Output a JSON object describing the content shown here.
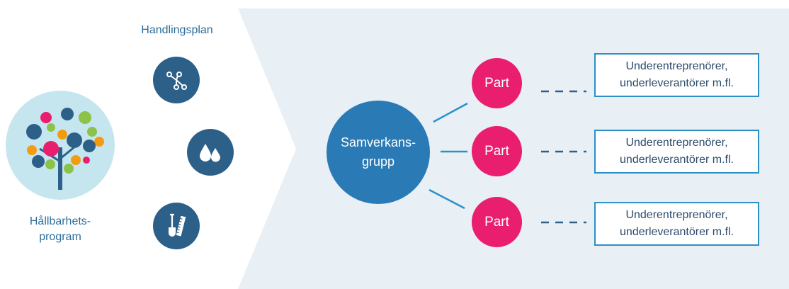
{
  "colors": {
    "background_panel": "#e8f0f5",
    "icon_circle": "#2d6089",
    "part_circle": "#e91e6f",
    "hub_circle": "#2a7ab5",
    "box_border": "#2d8fc8",
    "label_text": "#2c6e9c"
  },
  "left": {
    "tree_label_line1": "Hållbarhets-",
    "tree_label_line2": "program",
    "plan_label": "Handlingsplan",
    "icons": [
      "network-icon",
      "drops-icon",
      "shovel-ruler-icon"
    ]
  },
  "hub": {
    "line1": "Samverkans-",
    "line2": "grupp"
  },
  "parts": [
    {
      "label": "Part",
      "box_line1": "Underentreprenörer,",
      "box_line2": "underleverantörer m.fl."
    },
    {
      "label": "Part",
      "box_line1": "Underentreprenörer,",
      "box_line2": "underleverantörer m.fl."
    },
    {
      "label": "Part",
      "box_line1": "Underentreprenörer,",
      "box_line2": "underleverantörer m.fl."
    }
  ]
}
